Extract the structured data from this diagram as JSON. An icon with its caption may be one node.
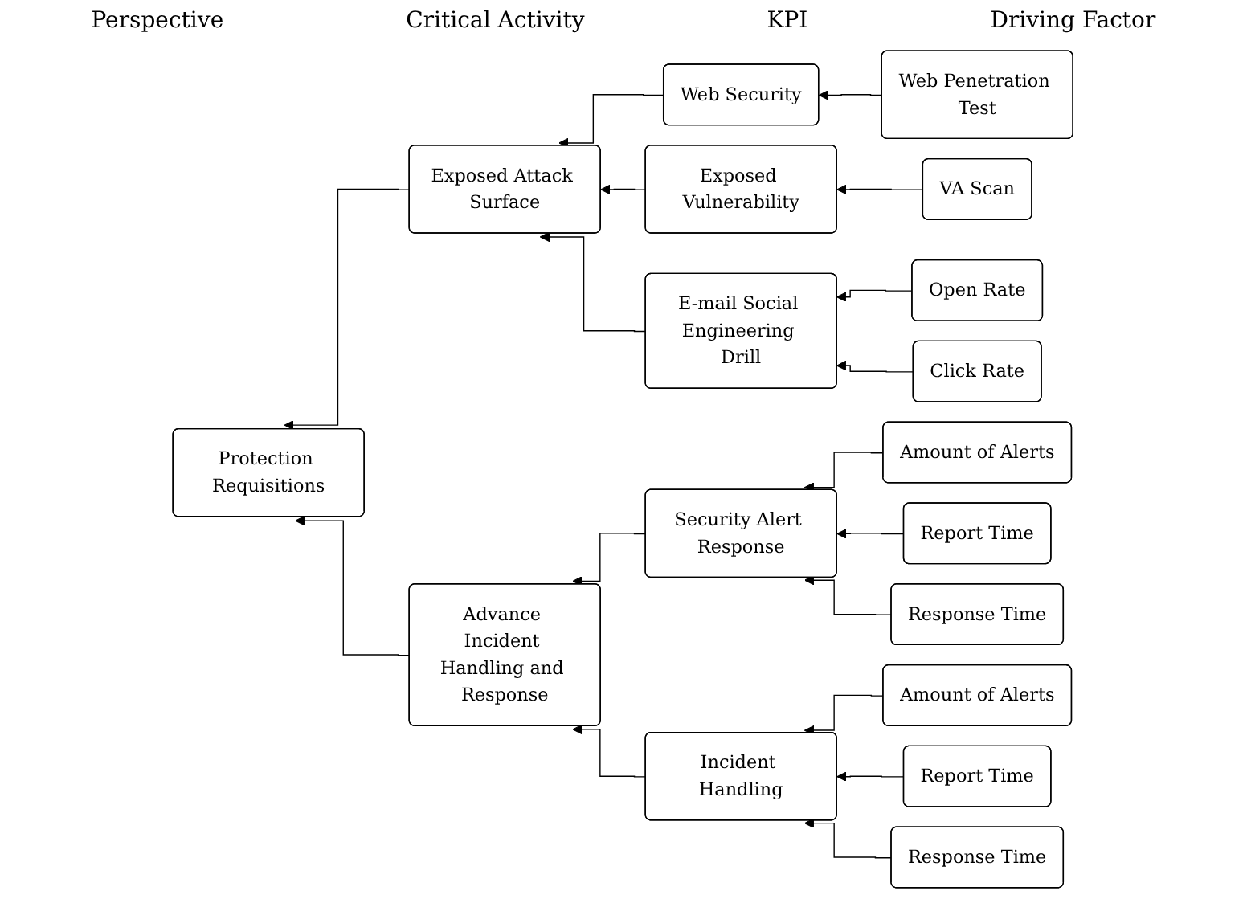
{
  "diagram": {
    "nodes": [
      {
        "text": [
          "Protection Requisitions"
        ]
      },
      {
        "text": [
          "Exposed Attack Surface"
        ]
      },
      {
        "text": [
          "Advance Incident Handling and Response"
        ]
      },
      {
        "text": [
          "Web Security"
        ]
      },
      {
        "text": [
          "Exposed Vulnerability"
        ]
      },
      {
        "text": [
          "E-mail Social Engineering Drill"
        ]
      },
      {
        "text": [
          "Security Alert Response"
        ]
      },
      {
        "text": [
          "Incident Handling"
        ]
      },
      {
        "text": [
          "Web Penetration Test"
        ]
      },
      {
        "text": [
          "VA Scan"
        ]
      },
      {
        "text": [
          "Open Rate"
        ]
      },
      {
        "text": [
          "Click Rate"
        ]
      },
      {
        "text": [
          "Amount of Alerts"
        ]
      },
      {
        "text": [
          "Report Time"
        ]
      },
      {
        "text": [
          "Response Time"
        ]
      },
      {
        "text": [
          "Amount of Alerts"
        ]
      },
      {
        "text": [
          "Report Time"
        ]
      },
      {
        "text": [
          "Response Time"
        ]
      }
    ],
    "edges": [
      {
        "from": 1,
        "to": 0,
        "arrow": "to"
      },
      {
        "from": 2,
        "to": 0,
        "arrow": "to"
      },
      {
        "from": 3,
        "to": 1,
        "arrow": "to"
      },
      {
        "from": 4,
        "to": 1,
        "arrow": "to"
      },
      {
        "from": 5,
        "to": 1,
        "arrow": "to"
      },
      {
        "from": 6,
        "to": 2,
        "arrow": "to"
      },
      {
        "from": 7,
        "to": 2,
        "arrow": "to"
      },
      {
        "from": 8,
        "to": 3,
        "arrow": "to"
      },
      {
        "from": 9,
        "to": 4,
        "arrow": "to"
      },
      {
        "from": 10,
        "to": 5,
        "arrow": "to"
      },
      {
        "from": 11,
        "to": 5,
        "arrow": "to"
      },
      {
        "from": 12,
        "to": 6,
        "arrow": "to"
      },
      {
        "from": 13,
        "to": 6,
        "arrow": "to"
      },
      {
        "from": 14,
        "to": 6,
        "arrow": "to"
      },
      {
        "from": 15,
        "to": 7,
        "arrow": "to"
      },
      {
        "from": 16,
        "to": 7,
        "arrow": "to"
      },
      {
        "from": 17,
        "to": 7,
        "arrow": "to"
      }
    ],
    "labels": [
      "Perspective",
      "Critical Activity",
      "KPI",
      "Driving Factor"
    ]
  }
}
